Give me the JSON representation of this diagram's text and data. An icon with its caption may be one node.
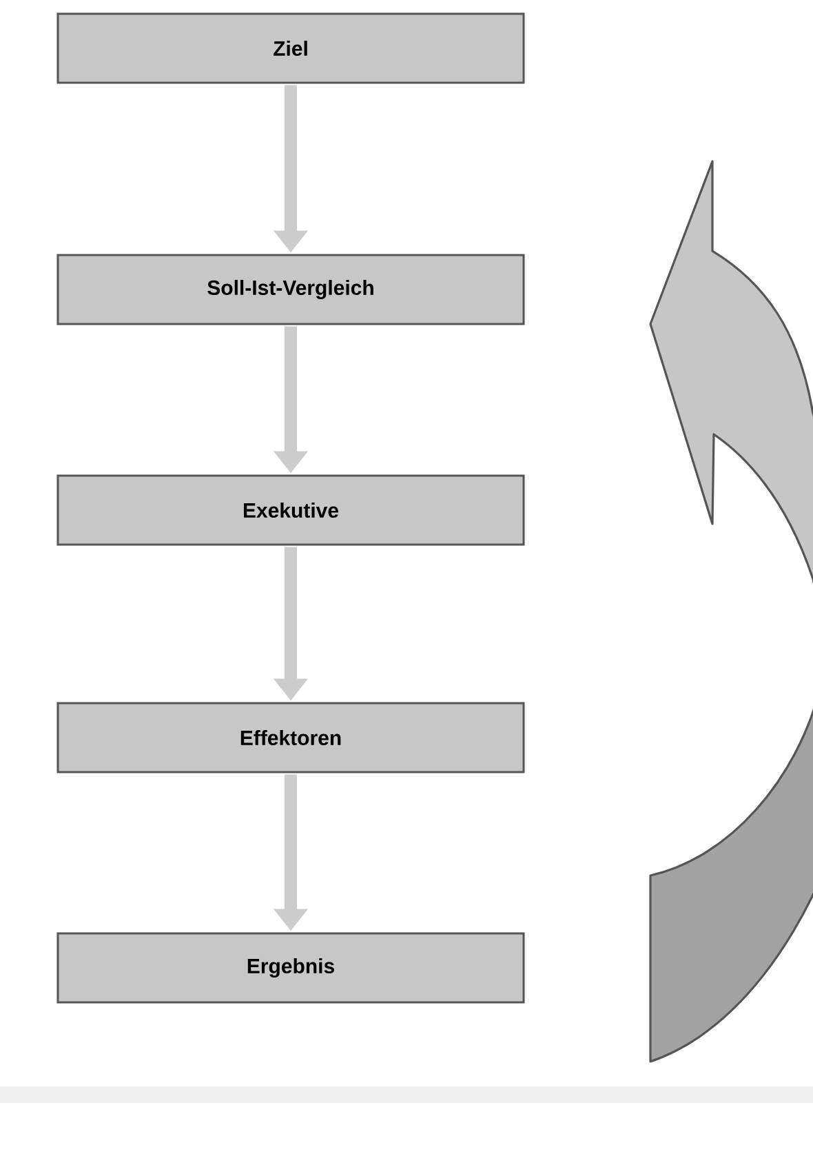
{
  "diagram": {
    "nodes": [
      {
        "text": [
          "Ziel"
        ]
      },
      {
        "text": [
          "Soll-Ist-Vergleich"
        ]
      },
      {
        "text": [
          "Exekutive"
        ]
      },
      {
        "text": [
          "Effektoren"
        ]
      },
      {
        "text": [
          "Ergebnis"
        ]
      }
    ],
    "edges": [
      {
        "from": 0,
        "to": 1,
        "arrow": "to"
      },
      {
        "from": 1,
        "to": 2,
        "arrow": "to"
      },
      {
        "from": 2,
        "to": 3,
        "arrow": "to"
      },
      {
        "from": 3,
        "to": 4,
        "arrow": "to"
      }
    ]
  }
}
